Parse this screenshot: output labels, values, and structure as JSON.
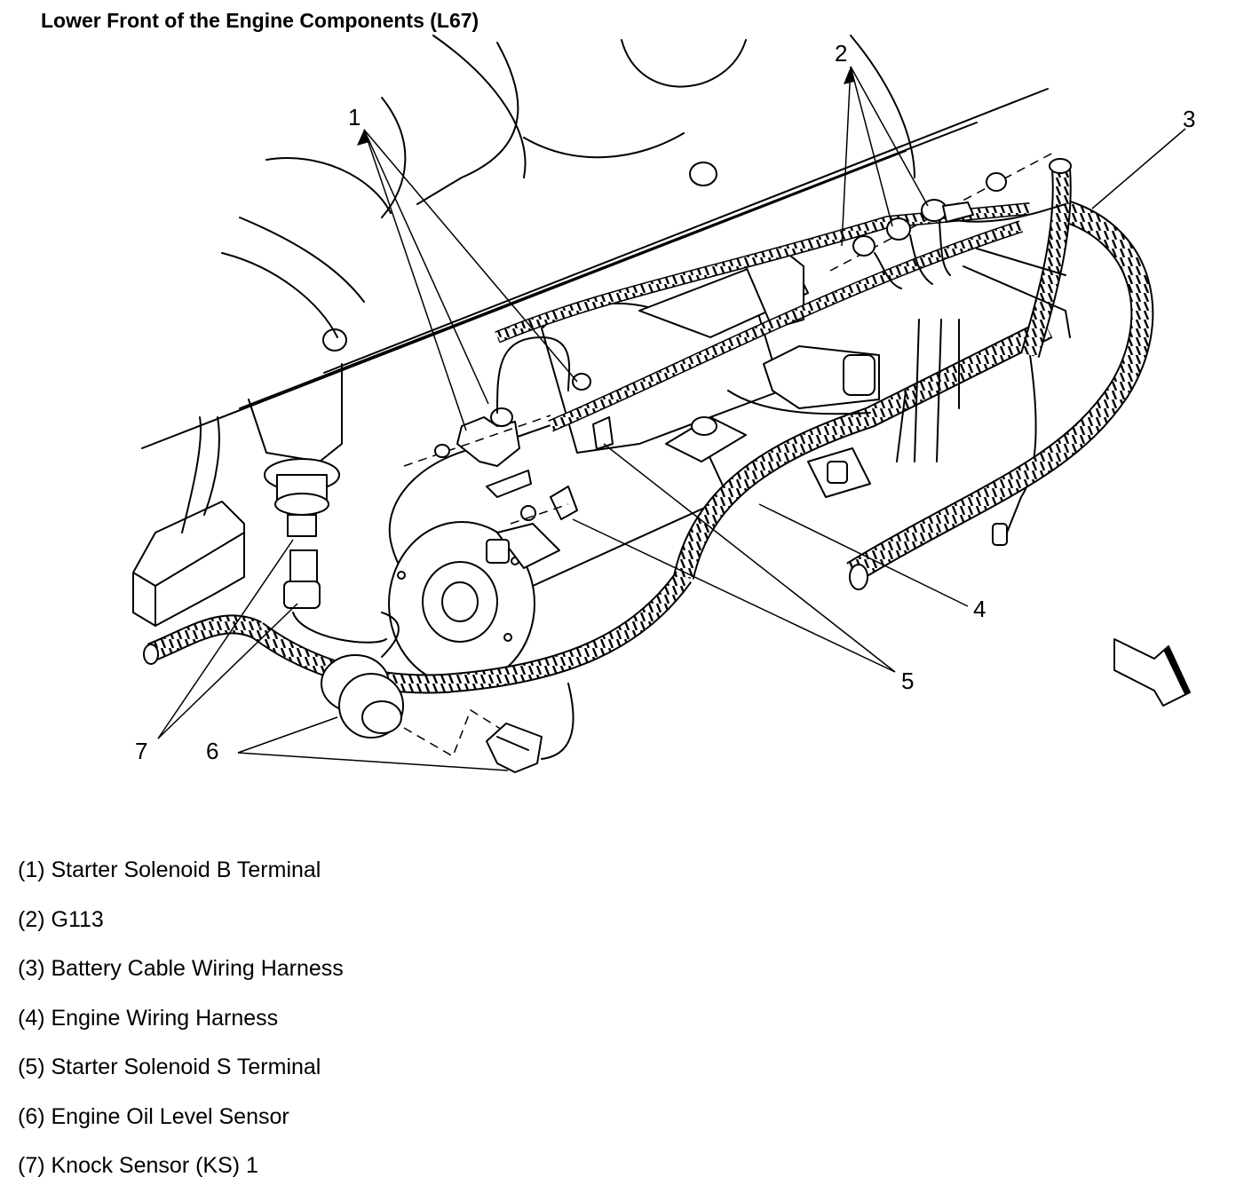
{
  "title": "Lower Front of the Engine Components (L67)",
  "callouts": {
    "c1": "1",
    "c2": "2",
    "c3": "3",
    "c4": "4",
    "c5": "5",
    "c6": "6",
    "c7": "7"
  },
  "legend": [
    "(1) Starter Solenoid B Terminal",
    "(2) G113",
    "(3) Battery Cable Wiring Harness",
    "(4) Engine Wiring Harness",
    "(5) Starter Solenoid S Terminal",
    "(6) Engine Oil Level Sensor",
    "(7) Knock Sensor (KS) 1"
  ]
}
